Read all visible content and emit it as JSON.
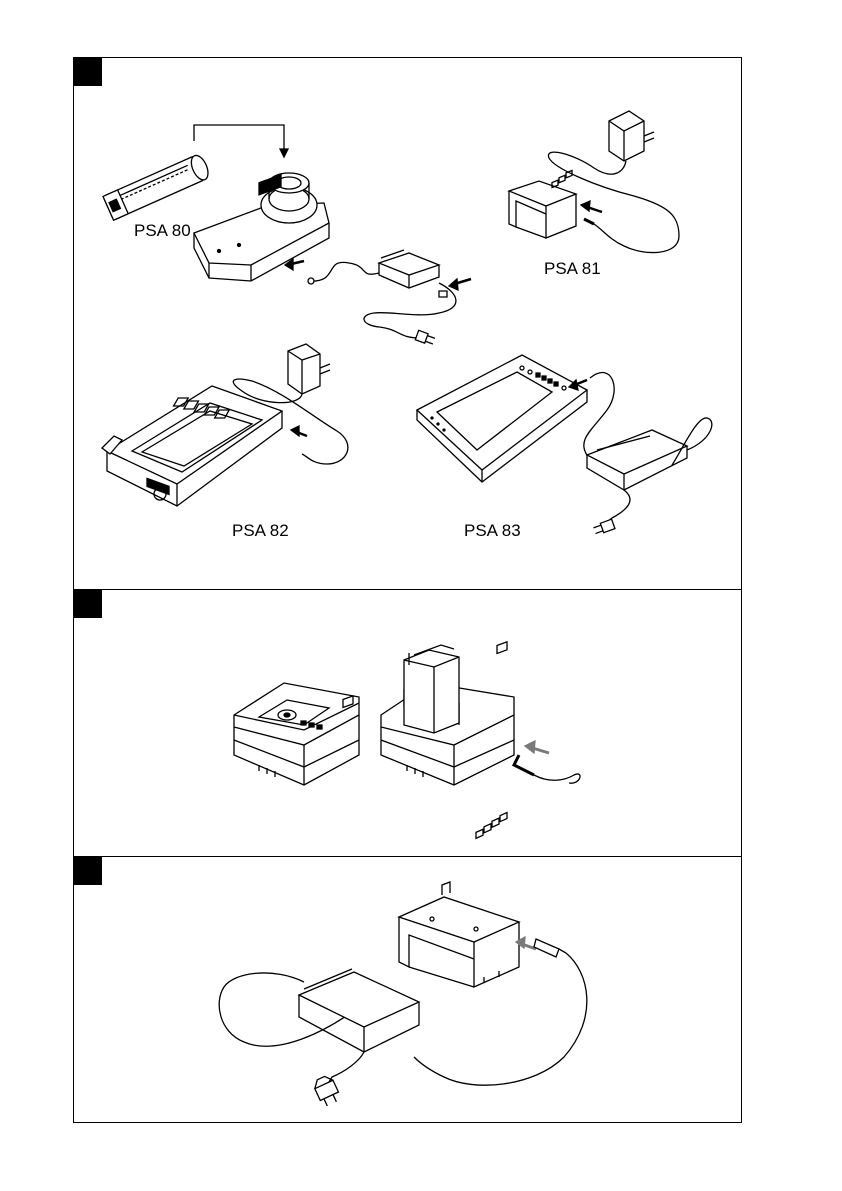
{
  "figure1": {
    "labels": {
      "psa80": "PSA 80",
      "psa81": "PSA 81",
      "psa82": "PSA 82",
      "psa83": "PSA 83"
    }
  },
  "figure2": {},
  "figure3": {},
  "colors": {
    "line": "#000000",
    "arrow_gray": "#7a7a7a",
    "background": "#ffffff"
  }
}
